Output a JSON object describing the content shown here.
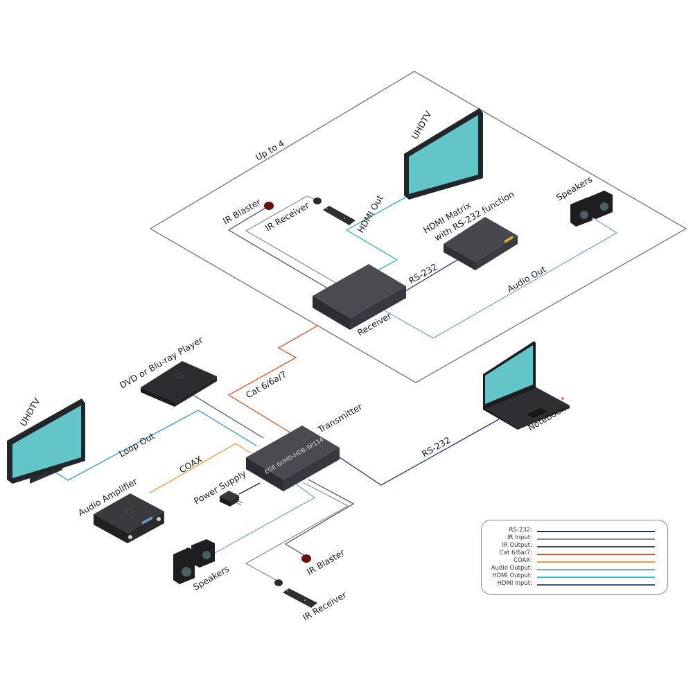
{
  "diagram": {
    "zone_label": "Up to 4",
    "transmitter": {
      "label": "Transmitter",
      "model": "EGE-6UHD-HDB-SP114"
    },
    "receiver": {
      "label": "Receiver"
    },
    "devices": {
      "remote_uhdtv": "UHDTV",
      "remote_ir_blaster": "IR Blaster",
      "remote_ir_receiver": "IR Receiver",
      "hdmi_matrix_line1": "HDMI Matrix",
      "hdmi_matrix_line2": "with RS-232 function",
      "remote_speakers": "Speakers",
      "dvd_player": "DVD or Blu-ray Player",
      "local_uhdtv": "UHDTV",
      "audio_amplifier": "Audio Amplifier",
      "power_supply": "Power Supply",
      "local_speakers": "Speakers",
      "local_ir_blaster": "IR Blaster",
      "local_ir_receiver": "IR Receiver",
      "notebook": "Notebook"
    },
    "connections": {
      "hdmi_out": "HDMI Out",
      "rs232_remote": "RS-232",
      "audio_out": "Audio Out",
      "cat": "Cat 6/6a/7",
      "loop_out": "Loop Out",
      "coax": "COAX",
      "rs232_local": "RS-232"
    },
    "colors": {
      "rs232": "#1f2f7a",
      "ir_input": "#8a8a8a",
      "ir_output": "#4a4a4a",
      "cat": "#e8502a",
      "coax": "#f29a3a",
      "audio_output": "#6fa0de",
      "hdmi_output": "#2bb7b5",
      "hdmi_input": "#3b4fa0",
      "loop_out": "#2f9ad8",
      "zone_border": "#6a6a6a",
      "device_body": "#3c3c42",
      "screen": "#62c6c8"
    }
  },
  "legend": {
    "items": [
      {
        "label": "RS-232:",
        "color": "#1f2f7a"
      },
      {
        "label": "IR Input:",
        "color": "#8a8a8a"
      },
      {
        "label": "IR Output:",
        "color": "#4a4a4a"
      },
      {
        "label": "Cat 6/6a/7:",
        "color": "#e8502a"
      },
      {
        "label": "COAX:",
        "color": "#f29a3a"
      },
      {
        "label": "Audio Output:",
        "color": "#6fa0de"
      },
      {
        "label": "HDMI Output:",
        "color": "#2bb7b5"
      },
      {
        "label": "HDMI Input:",
        "color": "#3b4fa0"
      }
    ]
  }
}
